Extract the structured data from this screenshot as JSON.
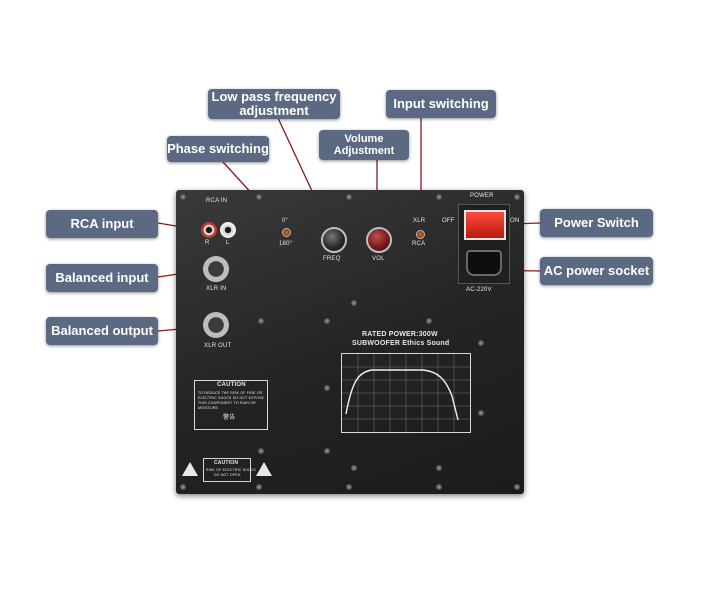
{
  "callouts": {
    "lowpass": "Low pass frequency adjustment",
    "input_switching": "Input switching",
    "phase": "Phase switching",
    "volume": "Volume Adjustment",
    "rca_input": "RCA input",
    "power_switch": "Power Switch",
    "balanced_input": "Balanced input",
    "ac_socket": "AC power socket",
    "balanced_output": "Balanced output"
  },
  "panel": {
    "rca_in": "RCA IN",
    "r": "R",
    "l": "L",
    "phase_0": "0°",
    "phase_180": "180°",
    "freq": "FREQ",
    "vol": "VOL",
    "xlr": "XLR",
    "rca": "RCA",
    "off": "OFF",
    "on": "ON",
    "power": "POWER",
    "ac": "AC-220V",
    "xlr_in": "XLR IN",
    "xlr_out": "XLR OUT",
    "rated_power": "RATED POWER:300W",
    "subwoofer": "SUBWOOFER Ethics Sound",
    "caution": "CAUTION",
    "caution_text_1": "TO REDUCE THE RISK OF FIRE OR",
    "caution_text_2": "ELECTRIC SHOCK DO NOT EXPOSE",
    "caution_text_3": "THIS COMPONENT TO RAIN OR",
    "caution_text_4": "MOISTURE",
    "warning_cn": "警告",
    "caution2": "CAUTION",
    "caution2_text_1": "RISK OF ELECTRIC SHOCK",
    "caution2_text_2": "DO NOT OPEN"
  },
  "colors": {
    "callout_bg": "#5b6a82",
    "leader_line": "#8b1a1a",
    "panel": "#262626",
    "power_rocker": "#e8281c"
  }
}
